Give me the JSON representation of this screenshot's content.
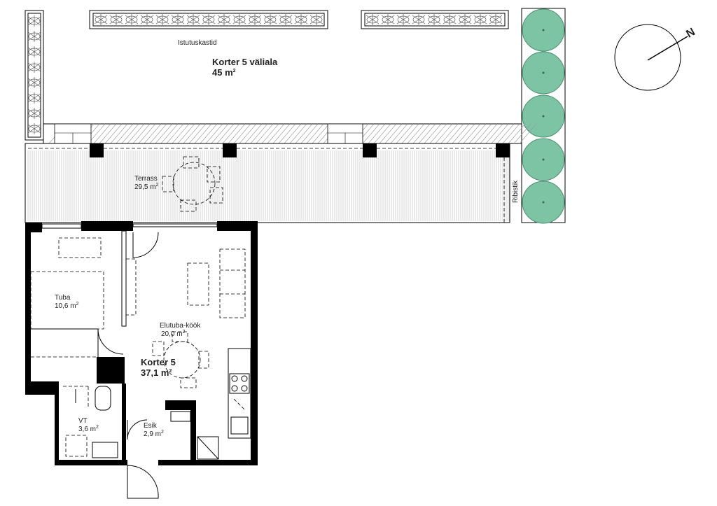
{
  "labels": {
    "planter": "Istutuskastid",
    "yard_title": "Korter 5 väliala",
    "yard_area": "45 m",
    "terrace_name": "Terrass",
    "terrace_area": "29,5 m",
    "fence": "Ribistik",
    "bedroom_name": "Tuba",
    "bedroom_area": "10,6 m",
    "living_name": "Elutuba-köök",
    "living_area": "20,0 m",
    "apt_title": "Korter 5",
    "apt_area": "37,1 m",
    "bath_name": "VT",
    "bath_area": "3,6 m",
    "hall_name": "Esik",
    "hall_area": "2,9 m",
    "squared": "2"
  },
  "compass": {
    "label": "N"
  },
  "colors": {
    "tree_fill": "#7cc4a4",
    "tree_stroke": "#4f8f72",
    "wall": "#000000",
    "deck_lines": "#aaaaaa"
  }
}
